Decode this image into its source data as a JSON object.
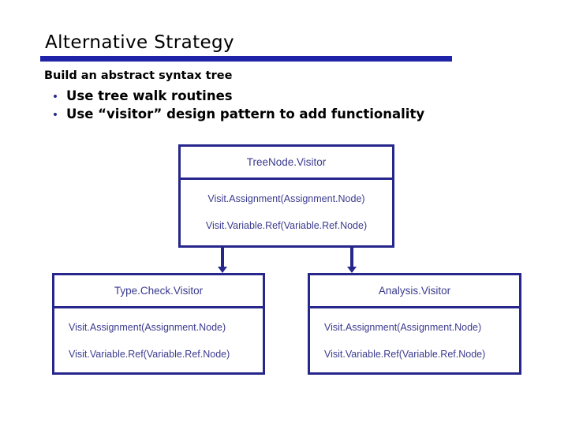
{
  "slide": {
    "title": "Alternative Strategy",
    "lead_line": "Build an abstract syntax tree",
    "bullets": [
      {
        "marker": "•",
        "text": "Use tree walk routines"
      },
      {
        "marker": "•",
        "text": "Use “visitor” design pattern to add functionality"
      }
    ],
    "accent_color": "#1f23a8",
    "diagram_color": "#26268c",
    "diagram_text_color": "#3b3b8f"
  },
  "diagram": {
    "type": "uml-class-inheritance",
    "classes": [
      {
        "id": "root",
        "name": "TreeNode.Visitor",
        "methods": [
          "Visit.Assignment(Assignment.Node)",
          "Visit.Variable.Ref(Variable.Ref.Node)"
        ]
      },
      {
        "id": "left",
        "name": "Type.Check.Visitor",
        "methods": [
          "Visit.Assignment(Assignment.Node)",
          "Visit.Variable.Ref(Variable.Ref.Node)"
        ]
      },
      {
        "id": "right",
        "name": "Analysis.Visitor",
        "methods": [
          "Visit.Assignment(Assignment.Node)",
          "Visit.Variable.Ref(Variable.Ref.Node)"
        ]
      }
    ],
    "connectors": [
      {
        "from": "root",
        "to": "left",
        "style": "arrow-down"
      },
      {
        "from": "root",
        "to": "right",
        "style": "arrow-down"
      }
    ]
  }
}
